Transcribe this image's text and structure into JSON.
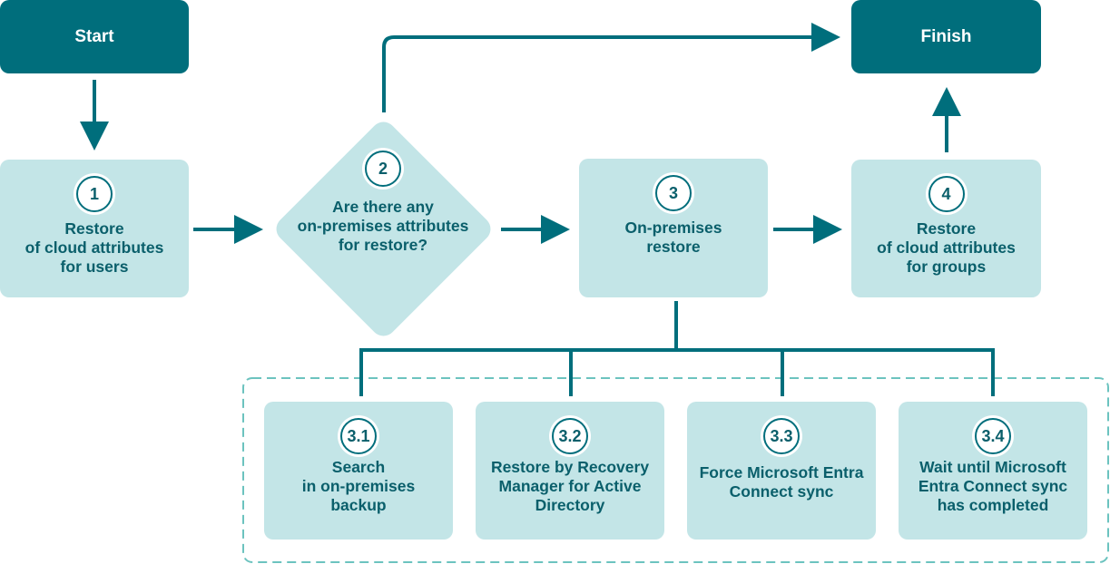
{
  "colors": {
    "dark": "#006e7c",
    "light": "#c3e5e7",
    "connector": "#006e7c",
    "group_border": "#6cc3bf",
    "text_dark": "#0a5f6b"
  },
  "nodes": {
    "start": {
      "label": "Start"
    },
    "finish": {
      "label": "Finish"
    },
    "step1": {
      "number": "1",
      "label": "Restore\nof cloud attributes\nfor users"
    },
    "step2": {
      "number": "2",
      "label": "Are there any\non-premises attributes\nfor restore?"
    },
    "step3": {
      "number": "3",
      "label": "On-premises\nrestore"
    },
    "step4": {
      "number": "4",
      "label": "Restore\nof cloud attributes\nfor groups"
    },
    "step3_1": {
      "number": "3.1",
      "label": "Search\nin on-premises\nbackup"
    },
    "step3_2": {
      "number": "3.2",
      "label": "Restore by Recovery\nManager for Active\nDirectory"
    },
    "step3_3": {
      "number": "3.3",
      "label": "Force Microsoft Entra\nConnect sync"
    },
    "step3_4": {
      "number": "3.4",
      "label": "Wait until Microsoft\nEntra Connect sync\nhas completed"
    }
  }
}
